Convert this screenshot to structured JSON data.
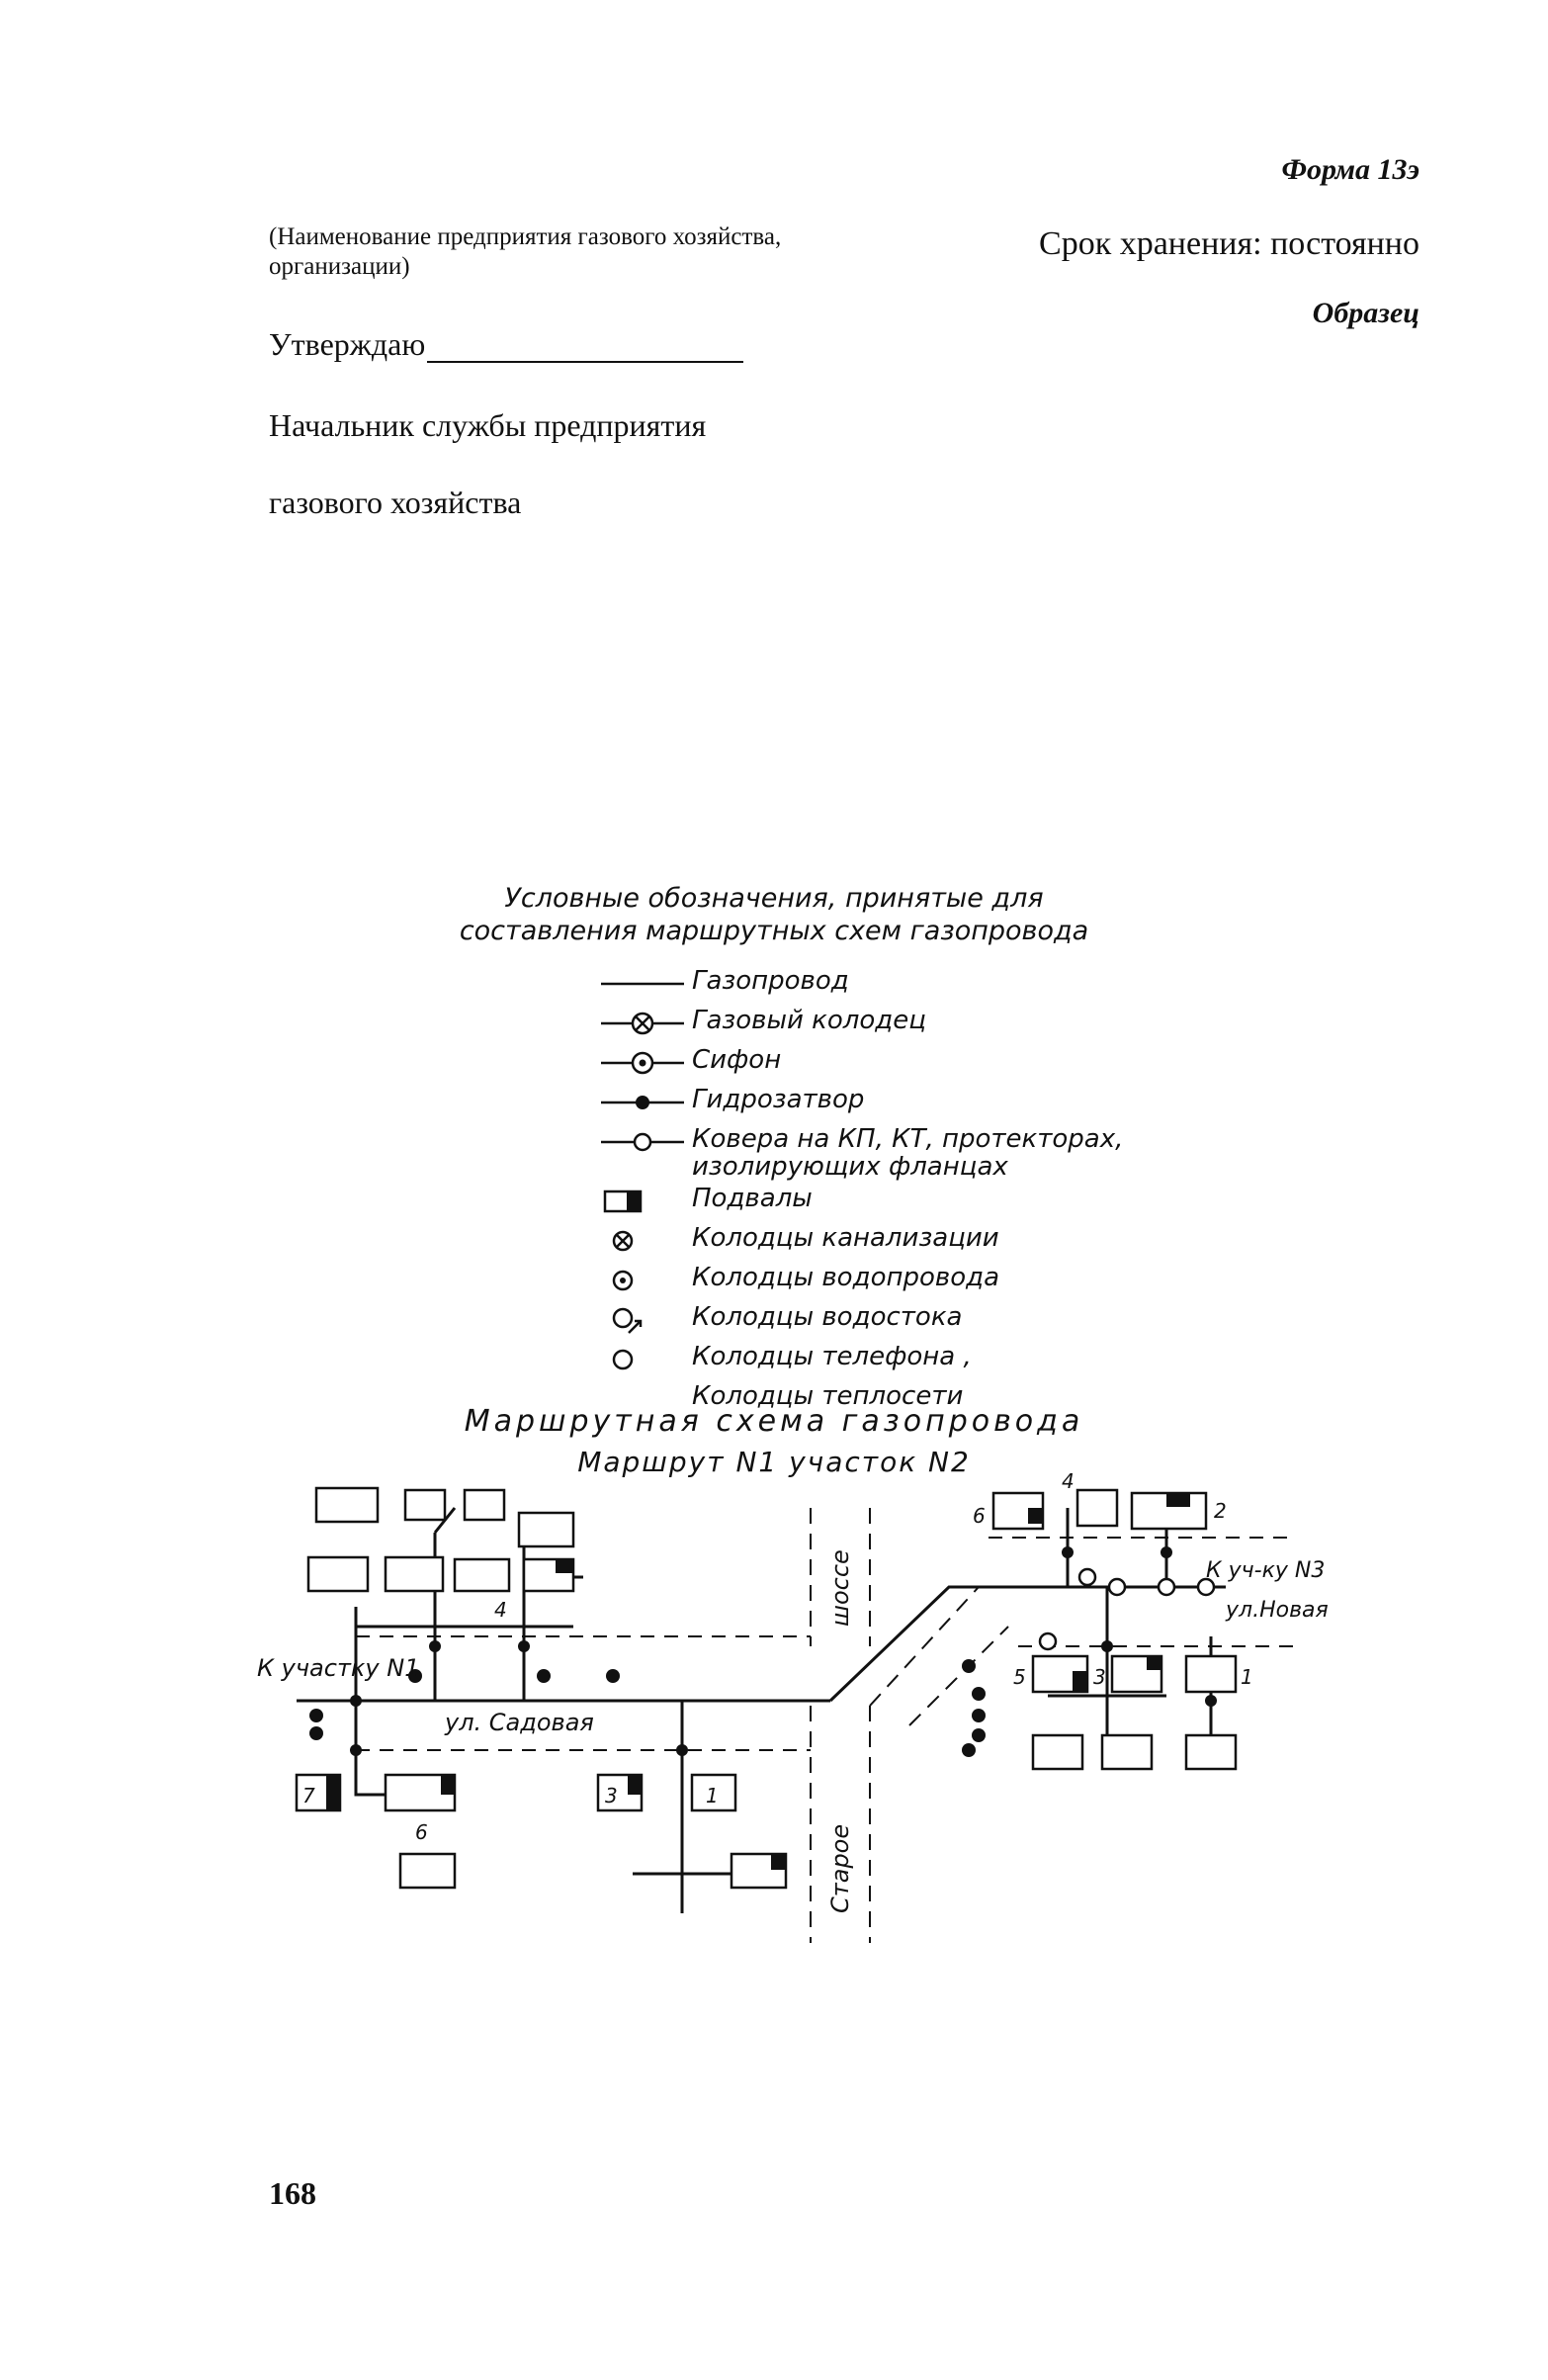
{
  "header": {
    "form_number": "Форма 13э",
    "storage": "Срок хранения: постоянно",
    "sample": "Образец",
    "org_name": "(Наименование предприятия газового хозяйства, организации)",
    "approve": "Утверждаю",
    "chief_line1": "Начальник службы предприятия",
    "chief_line2": "газового хозяйства"
  },
  "legend": {
    "title_line1": "Условные обозначения, принятые для",
    "title_line2": "составления маршрутных схем газопровода",
    "items": [
      {
        "symbol": "line",
        "label": "Газопровод"
      },
      {
        "symbol": "cross-circle-on-line",
        "label": "Газовый колодец"
      },
      {
        "symbol": "dot-circle-on-line",
        "label": "Сифон"
      },
      {
        "symbol": "filled-dot-on-line",
        "label": "Гидрозатвор"
      },
      {
        "symbol": "open-circle-on-line",
        "label": "Ковера на КП, КТ, протекторах, изолирующих фланцах"
      },
      {
        "symbol": "basement",
        "label": "Подвалы"
      },
      {
        "symbol": "cross-circle",
        "label": "Колодцы канализации"
      },
      {
        "symbol": "dot-circle",
        "label": "Колодцы водопровода"
      },
      {
        "symbol": "open-circle-arrow",
        "label": "Колодцы водостока"
      },
      {
        "symbol": "open-circle",
        "label": "Колодцы телефона ,"
      },
      {
        "symbol": "none",
        "label": "Колодцы теплосети"
      }
    ]
  },
  "scheme": {
    "title": "Маршрутная схема газопровода",
    "subtitle": "Маршрут N1 участок N2",
    "labels": {
      "to_section_1": "К участку N1",
      "to_section_3": "К уч-ку N3",
      "street_sadovaya": "ул. Садовая",
      "street_novaya": "ул.Новая",
      "highway": "шоссе",
      "old": "Старое"
    },
    "house_numbers": [
      "4",
      "7",
      "6",
      "3",
      "1",
      "6",
      "4",
      "2",
      "5",
      "3",
      "1"
    ]
  },
  "footer": {
    "page_number": "168"
  }
}
